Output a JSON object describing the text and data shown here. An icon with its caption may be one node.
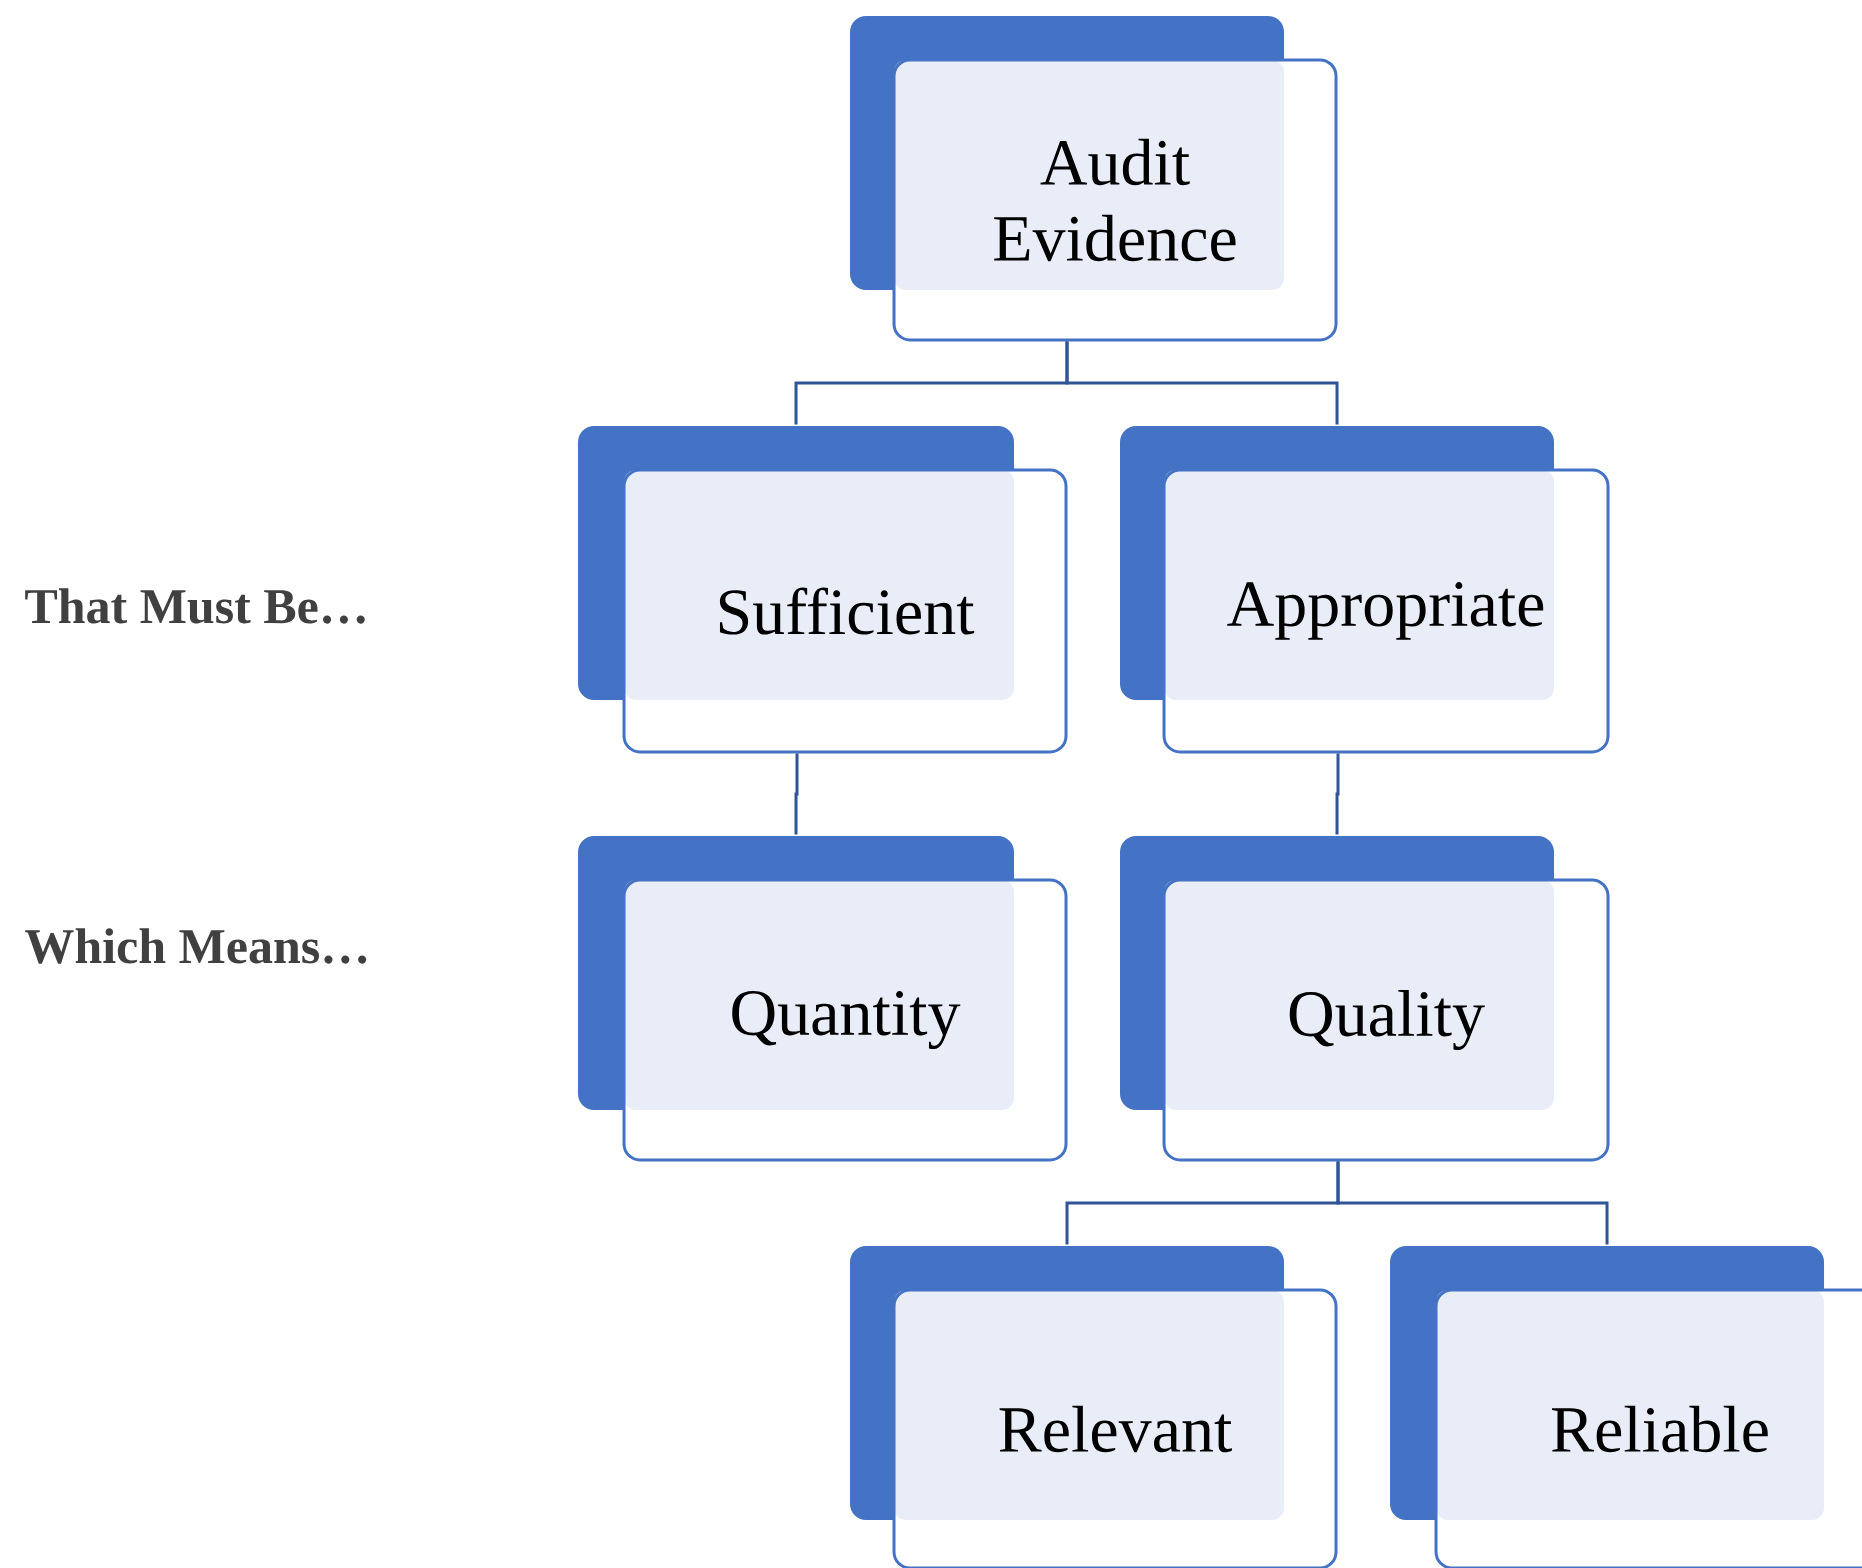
{
  "diagram": {
    "nodes": [
      {
        "text": [
          "Audit Evidence"
        ]
      },
      {
        "text": [
          "Sufficient"
        ]
      },
      {
        "text": [
          "Appropriate"
        ]
      },
      {
        "text": [
          "Quantity"
        ]
      },
      {
        "text": [
          "Quality"
        ]
      },
      {
        "text": [
          "Relevant"
        ]
      },
      {
        "text": [
          "Reliable"
        ]
      }
    ],
    "edges": [
      {
        "from": 0,
        "to": 1,
        "arrow": "none"
      },
      {
        "from": 0,
        "to": 2,
        "arrow": "none"
      },
      {
        "from": 1,
        "to": 3,
        "arrow": "none"
      },
      {
        "from": 2,
        "to": 4,
        "arrow": "none"
      },
      {
        "from": 4,
        "to": 5,
        "arrow": "none"
      },
      {
        "from": 4,
        "to": 6,
        "arrow": "none"
      }
    ],
    "labels": [
      "That Must Be…",
      "Which Means…"
    ]
  }
}
